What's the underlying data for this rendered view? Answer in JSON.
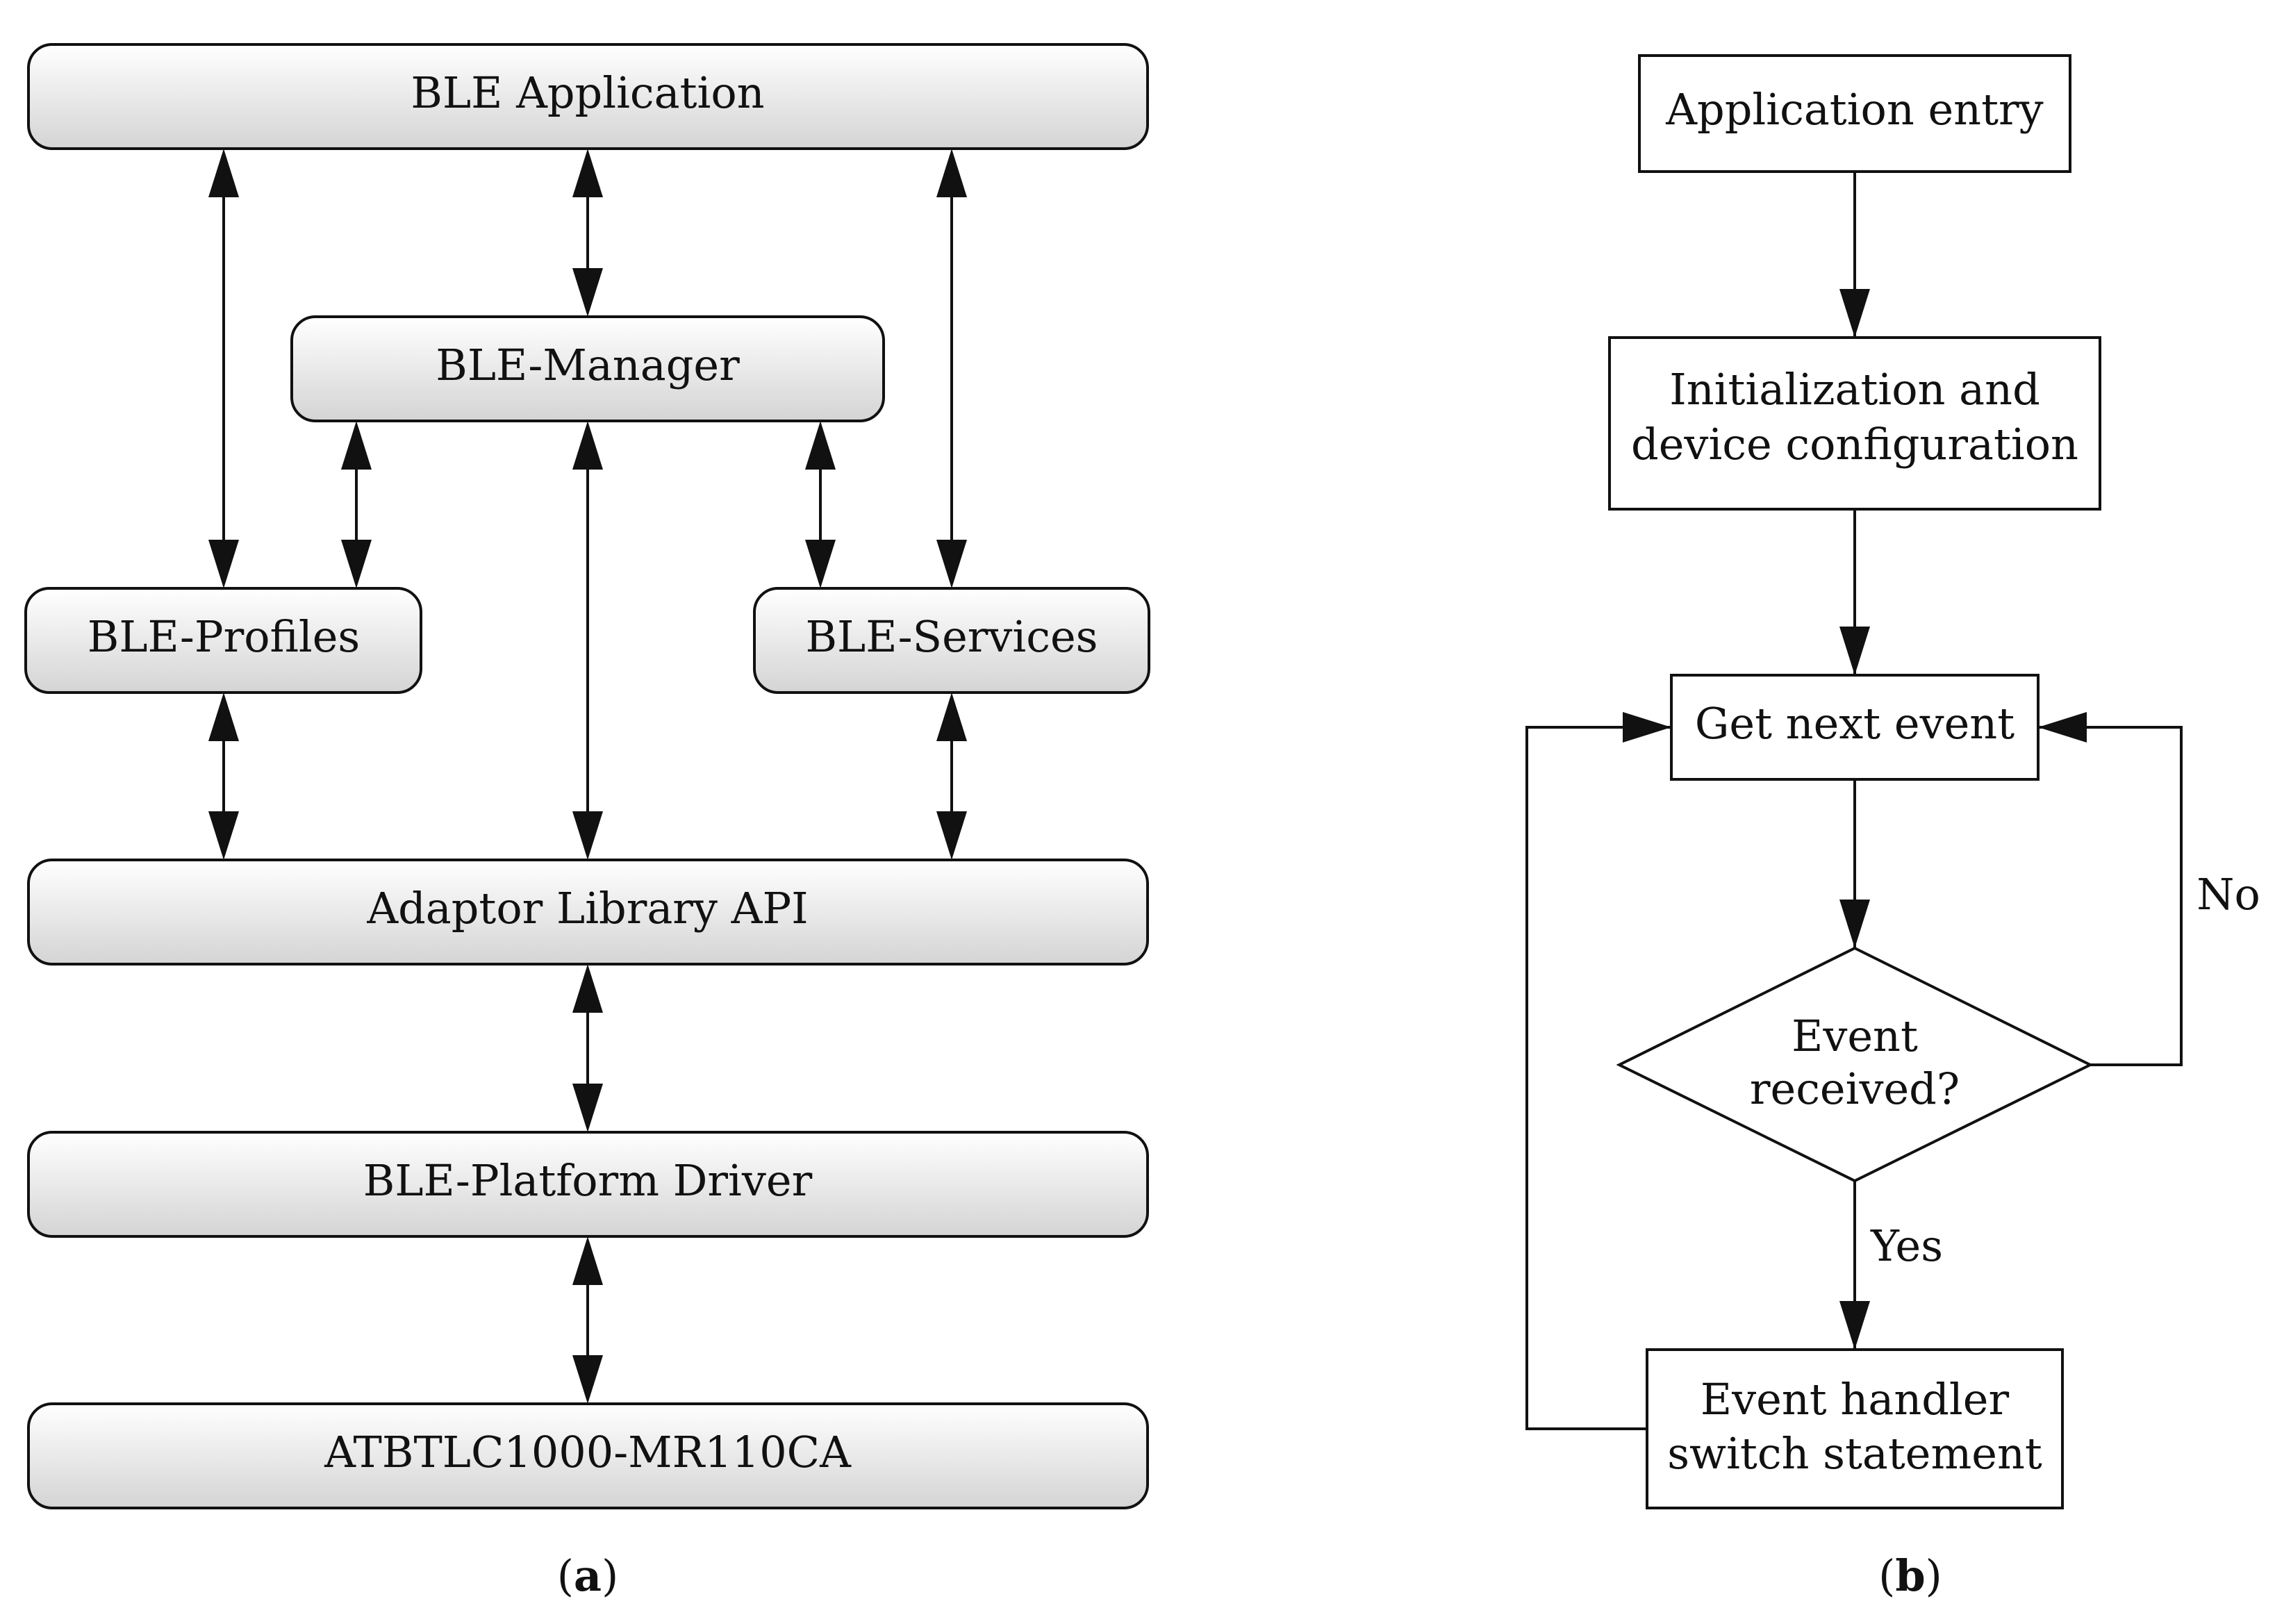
{
  "panel_a": {
    "boxes": {
      "ble_application": "BLE Application",
      "ble_manager": "BLE-Manager",
      "ble_profiles": "BLE-Profiles",
      "ble_services": "BLE-Services",
      "adaptor_library_api": "Adaptor Library API",
      "ble_platform_driver": "BLE-Platform Driver",
      "atbtlc1000": "ATBTLC1000-MR110CA"
    },
    "caption": {
      "open": "(",
      "letter": "a",
      "close": ")"
    }
  },
  "panel_b": {
    "boxes": {
      "application_entry": "Application entry",
      "init_line1": "Initialization and",
      "init_line2": "device configuration",
      "get_next_event": "Get next event",
      "decision_line1": "Event",
      "decision_line2": "received?",
      "handler_line1": "Event handler",
      "handler_line2": "switch statement"
    },
    "edges": {
      "no": "No",
      "yes": "Yes"
    },
    "caption": {
      "open": "(",
      "letter": "b",
      "close": ")"
    }
  },
  "colors": {
    "stroke": "#111111",
    "gradient_top": "#ffffff",
    "gradient_bottom": "#d4d4d4"
  }
}
